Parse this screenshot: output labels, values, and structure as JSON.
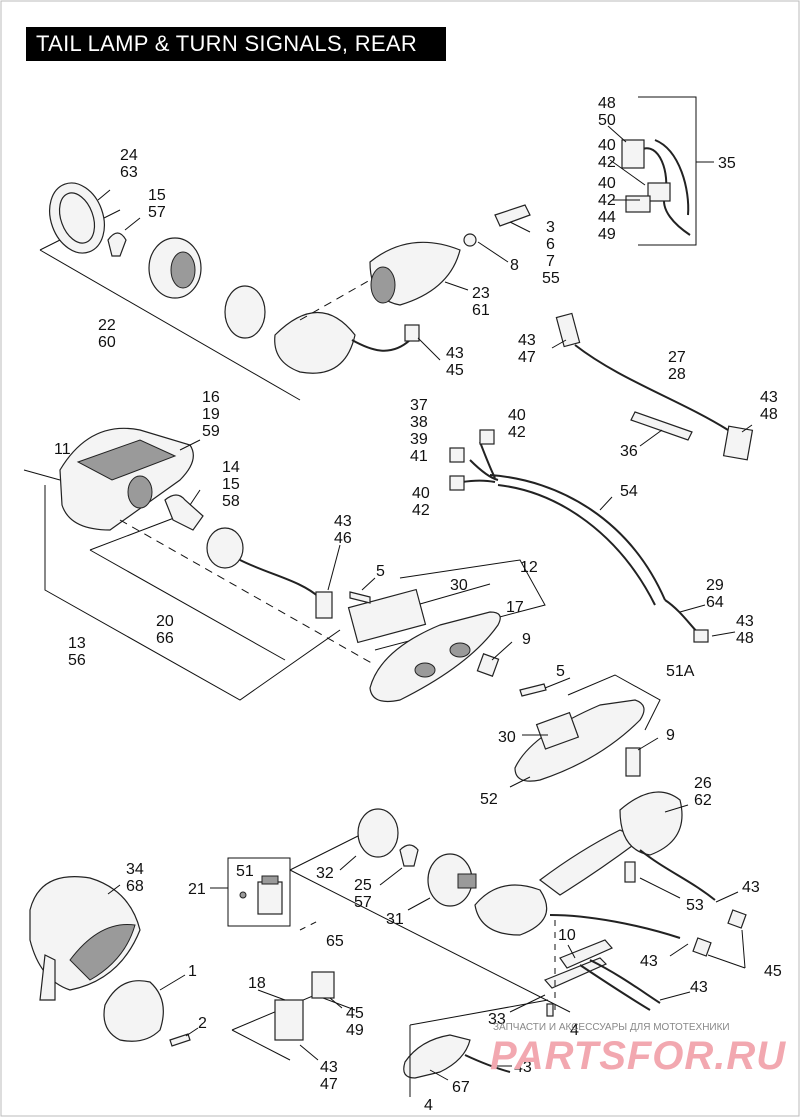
{
  "title": "TAIL LAMP & TURN SIGNALS, REAR",
  "watermark": {
    "caption": "ЗАПЧАСТИ И АКСЕССУАРЫ ДЛЯ МОТОТЕХНИКИ",
    "logo": "PARTSFOR.RU"
  },
  "callouts": [
    {
      "id": "c1",
      "lines": [
        "48",
        "50"
      ]
    },
    {
      "id": "c2",
      "lines": [
        "40",
        "42"
      ]
    },
    {
      "id": "c3",
      "lines": [
        "40",
        "42"
      ]
    },
    {
      "id": "c4",
      "lines": [
        "44",
        "49"
      ]
    },
    {
      "id": "c5",
      "lines": [
        "35"
      ]
    },
    {
      "id": "c6",
      "lines": [
        "24",
        "63"
      ]
    },
    {
      "id": "c7",
      "lines": [
        "15",
        "57"
      ]
    },
    {
      "id": "c8",
      "lines": [
        "3",
        "6",
        "7",
        "55"
      ]
    },
    {
      "id": "c9",
      "lines": [
        "8"
      ]
    },
    {
      "id": "c10",
      "lines": [
        "23",
        "61"
      ]
    },
    {
      "id": "c11",
      "lines": [
        "22",
        "60"
      ]
    },
    {
      "id": "c12",
      "lines": [
        "43",
        "45"
      ]
    },
    {
      "id": "c13",
      "lines": [
        "43",
        "47"
      ]
    },
    {
      "id": "c14",
      "lines": [
        "27",
        "28"
      ]
    },
    {
      "id": "c15",
      "lines": [
        "43",
        "48"
      ]
    },
    {
      "id": "c16",
      "lines": [
        "36"
      ]
    },
    {
      "id": "c17",
      "lines": [
        "16",
        "19",
        "59"
      ]
    },
    {
      "id": "c18",
      "lines": [
        "11"
      ]
    },
    {
      "id": "c19",
      "lines": [
        "14",
        "15",
        "58"
      ]
    },
    {
      "id": "c20",
      "lines": [
        "37",
        "38",
        "39",
        "41"
      ]
    },
    {
      "id": "c21",
      "lines": [
        "40",
        "42"
      ]
    },
    {
      "id": "c22",
      "lines": [
        "40",
        "42"
      ]
    },
    {
      "id": "c23",
      "lines": [
        "54"
      ]
    },
    {
      "id": "c24",
      "lines": [
        "43",
        "46"
      ]
    },
    {
      "id": "c25",
      "lines": [
        "5"
      ]
    },
    {
      "id": "c26",
      "lines": [
        "30"
      ]
    },
    {
      "id": "c27",
      "lines": [
        "12"
      ]
    },
    {
      "id": "c28",
      "lines": [
        "17"
      ]
    },
    {
      "id": "c29",
      "lines": [
        "29",
        "64"
      ]
    },
    {
      "id": "c30",
      "lines": [
        "43",
        "48"
      ]
    },
    {
      "id": "c31",
      "lines": [
        "20",
        "66"
      ]
    },
    {
      "id": "c32",
      "lines": [
        "13",
        "56"
      ]
    },
    {
      "id": "c33",
      "lines": [
        "9"
      ]
    },
    {
      "id": "c34",
      "lines": [
        "5"
      ]
    },
    {
      "id": "c35",
      "lines": [
        "51A"
      ]
    },
    {
      "id": "c36",
      "lines": [
        "30"
      ]
    },
    {
      "id": "c37",
      "lines": [
        "9"
      ]
    },
    {
      "id": "c38",
      "lines": [
        "52"
      ]
    },
    {
      "id": "c39",
      "lines": [
        "26",
        "62"
      ]
    },
    {
      "id": "c40",
      "lines": [
        "34",
        "68"
      ]
    },
    {
      "id": "c41",
      "lines": [
        "51"
      ]
    },
    {
      "id": "c42",
      "lines": [
        "21"
      ]
    },
    {
      "id": "c43",
      "lines": [
        "32"
      ]
    },
    {
      "id": "c44",
      "lines": [
        "25",
        "57"
      ]
    },
    {
      "id": "c45",
      "lines": [
        "31"
      ]
    },
    {
      "id": "c46",
      "lines": [
        "65"
      ]
    },
    {
      "id": "c47",
      "lines": [
        "43"
      ]
    },
    {
      "id": "c48",
      "lines": [
        "53"
      ]
    },
    {
      "id": "c49",
      "lines": [
        "10"
      ]
    },
    {
      "id": "c50",
      "lines": [
        "43"
      ]
    },
    {
      "id": "c51",
      "lines": [
        "45"
      ]
    },
    {
      "id": "c52",
      "lines": [
        "1"
      ]
    },
    {
      "id": "c53",
      "lines": [
        "2"
      ]
    },
    {
      "id": "c54",
      "lines": [
        "18"
      ]
    },
    {
      "id": "c55",
      "lines": [
        "45",
        "49"
      ]
    },
    {
      "id": "c56",
      "lines": [
        "43",
        "47"
      ]
    },
    {
      "id": "c57",
      "lines": [
        "43"
      ]
    },
    {
      "id": "c58",
      "lines": [
        "33"
      ]
    },
    {
      "id": "c59",
      "lines": [
        "4"
      ]
    },
    {
      "id": "c60",
      "lines": [
        "67"
      ]
    },
    {
      "id": "c61",
      "lines": [
        "43"
      ]
    },
    {
      "id": "c62",
      "lines": [
        "4"
      ]
    }
  ]
}
